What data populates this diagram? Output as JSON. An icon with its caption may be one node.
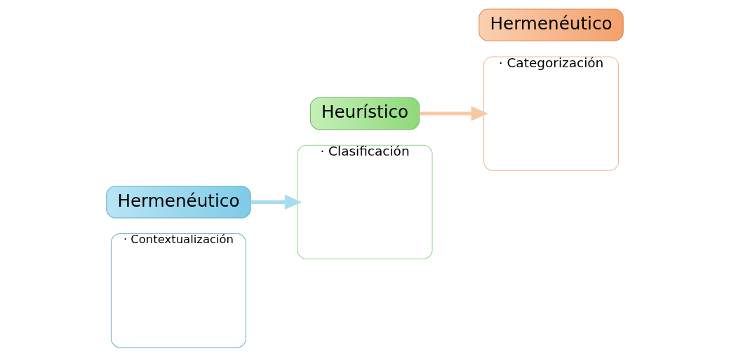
{
  "diagram": {
    "nodes": [
      {
        "text": [
          "· Contextualización"
        ]
      },
      {
        "text": [
          "Hermenéutico"
        ]
      },
      {
        "text": [
          "· Clasificación"
        ]
      },
      {
        "text": [
          "Heurístico"
        ]
      },
      {
        "text": [
          "· Categorización"
        ]
      },
      {
        "text": [
          "Hermenéutico"
        ]
      }
    ],
    "edges": [
      {
        "from": 1,
        "to": 2,
        "arrow": "to",
        "color": "#a9dcef"
      },
      {
        "from": 3,
        "to": 4,
        "arrow": "to",
        "color": "#f6c9a6"
      }
    ]
  }
}
